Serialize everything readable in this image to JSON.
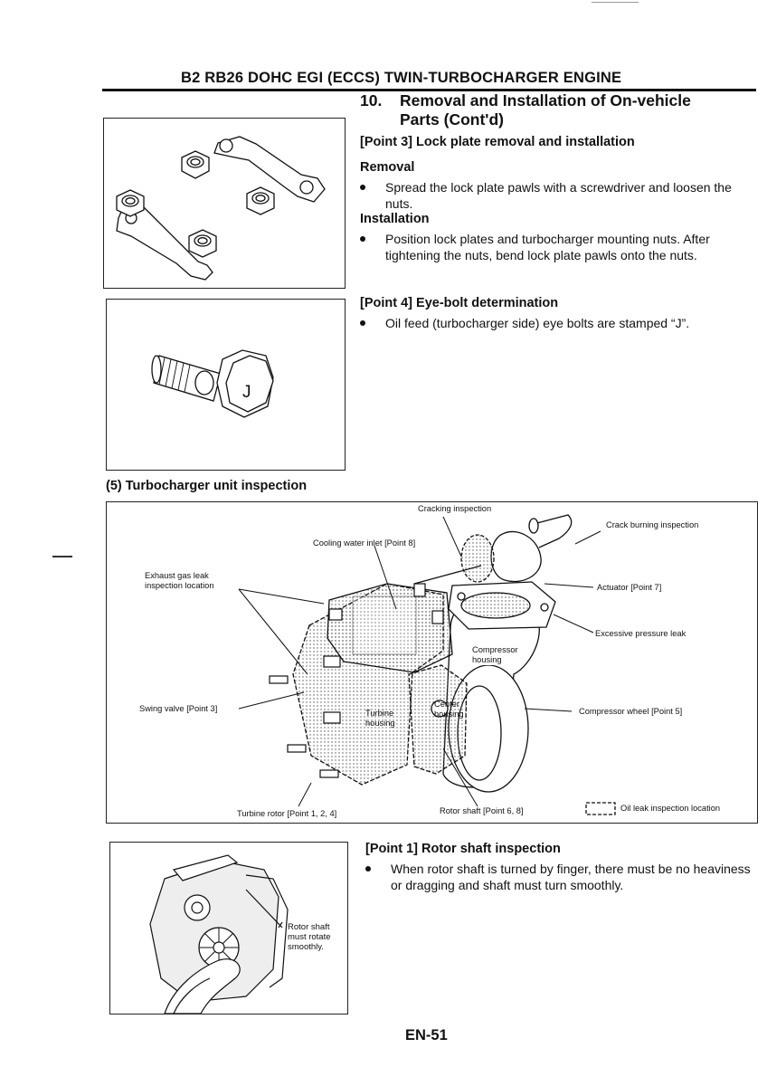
{
  "header": {
    "title": "B2 RB26 DOHC EGI (ECCS) TWIN-TURBOCHARGER ENGINE"
  },
  "section": {
    "number": "10.",
    "title_line1": "Removal and Installation of On-vehicle",
    "title_line2": "Parts (Cont'd)"
  },
  "point3": {
    "heading": "[Point 3] Lock plate removal and installation",
    "removal_heading": "Removal",
    "removal_text": "Spread the lock plate pawls with a screwdriver and loosen the nuts.",
    "installation_heading": "Installation",
    "installation_text": "Position lock plates and turbocharger mounting nuts. After tightening the nuts, bend lock plate pawls onto the nuts."
  },
  "point4": {
    "heading": "[Point 4] Eye-bolt determination",
    "text": "Oil feed (turbocharger side) eye bolts are stamped “J”.",
    "bolt_stamp": "J"
  },
  "inspection": {
    "heading": "(5) Turbocharger unit inspection",
    "labels": {
      "cracking": "Cracking inspection",
      "crack_burning": "Crack burning inspection",
      "cooling_water": "Cooling water inlet [Point 8]",
      "exhaust_leak_1": "Exhaust gas leak",
      "exhaust_leak_2": "inspection location",
      "actuator": "Actuator [Point 7]",
      "excessive_pressure": "Excessive pressure leak",
      "compressor_housing_1": "Compressor",
      "compressor_housing_2": "housing",
      "swing_valve": "Swing valve [Point 3]",
      "turbine_housing_1": "Turbine",
      "turbine_housing_2": "housing",
      "center_housing_1": "Center",
      "center_housing_2": "housing",
      "compressor_wheel": "Compressor wheel [Point 5]",
      "turbine_rotor": "Turbine rotor [Point 1, 2, 4]",
      "rotor_shaft": "Rotor shaft [Point 6, 8]",
      "oil_leak_legend": "Oil leak inspection location"
    }
  },
  "point1": {
    "heading": "[Point 1] Rotor shaft inspection",
    "text": "When rotor shaft is turned by finger, there must be no heaviness or dragging and shaft must turn smoothly.",
    "figure_caption_1": "Rotor shaft",
    "figure_caption_2": "must rotate",
    "figure_caption_3": "smoothly."
  },
  "footer": {
    "page_number": "EN-51"
  }
}
